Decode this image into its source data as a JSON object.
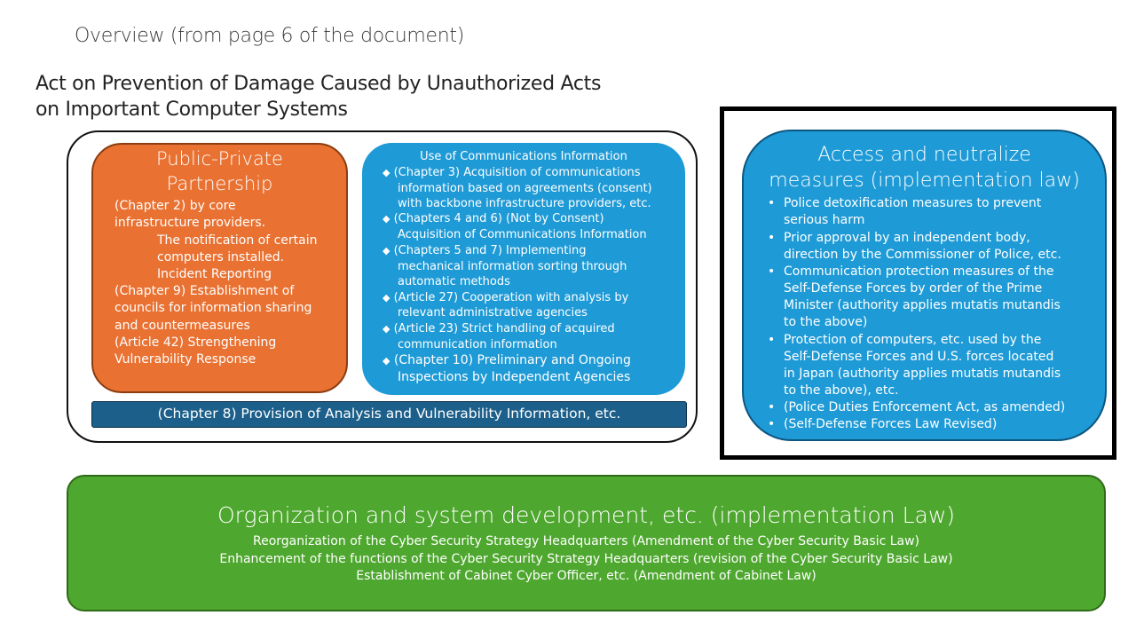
{
  "page_title": "Overview (from page 6 of the document)",
  "act_title_line1": "Act on Prevention of Damage Caused by Unauthorized Acts",
  "act_title_line2": "on Important Computer Systems",
  "ppp": {
    "title_line1": "Public-Private",
    "title_line2": "Partnership",
    "lines": [
      "(Chapter 2) by core",
      "infrastructure providers.",
      "The notification of certain",
      "computers installed.",
      "Incident Reporting",
      "(Chapter 9) Establishment of",
      "councils for information sharing",
      "and countermeasures",
      "(Article 42) Strengthening",
      "Vulnerability Response"
    ]
  },
  "comm": {
    "title": "Use of Communications Information",
    "bullet": "◆",
    "lines": [
      "(Chapter 3) Acquisition of communications",
      "information based on agreements (consent)",
      "with backbone infrastructure providers, etc.",
      "(Chapters 4 and 6) (Not by Consent)",
      "Acquisition of Communications Information",
      "(Chapters 5 and 7) Implementing",
      "mechanical information sorting through",
      "automatic methods",
      "(Article 27) Cooperation with analysis by",
      "relevant administrative agencies",
      "(Article 23) Strict handling of acquired",
      "communication information",
      "(Chapter 10) Preliminary and Ongoing",
      "Inspections by Independent Agencies"
    ]
  },
  "chapter8": "(Chapter 8) Provision of Analysis and Vulnerability Information, etc.",
  "access": {
    "title_line1": "Access and neutralize",
    "title_line2": "measures (implementation law)",
    "bullet": "•",
    "lines": [
      "Police detoxification measures to prevent",
      "serious harm",
      "Prior approval by an independent body,",
      "direction by the Commissioner of Police, etc.",
      "Communication protection measures of the",
      "Self-Defense Forces by order of the Prime",
      "Minister (authority applies mutatis mutandis",
      "to the above)",
      "Protection of computers, etc. used by the",
      "Self-Defense Forces and U.S. forces located",
      "in Japan (authority applies mutatis mutandis",
      "to the above), etc.",
      "(Police Duties Enforcement Act, as amended)",
      "(Self-Defense Forces Law Revised)"
    ]
  },
  "org": {
    "title": "Organization and system development, etc. (implementation Law)",
    "lines": [
      "Reorganization of the Cyber Security Strategy Headquarters (Amendment of the Cyber Security Basic Law)",
      "Enhancement of the functions of the Cyber Security Strategy Headquarters (revision of the Cyber Security Basic Law)",
      "Establishment of Cabinet Cyber Officer, etc. (Amendment of Cabinet Law)"
    ]
  }
}
